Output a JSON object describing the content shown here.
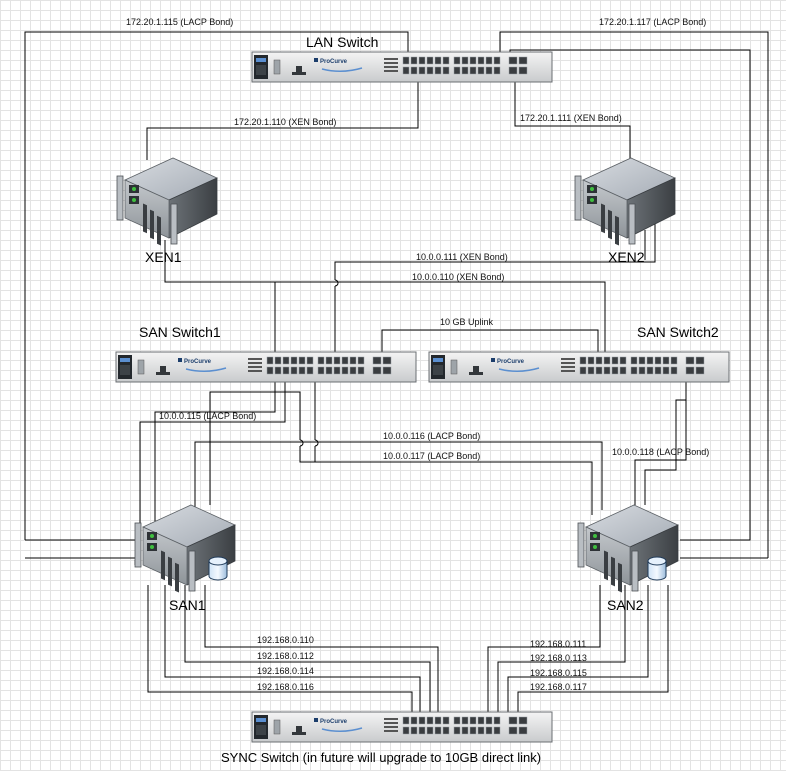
{
  "switches": {
    "lan": "LAN Switch",
    "san1": "SAN Switch1",
    "san2": "SAN Switch2",
    "sync": "SYNC Switch (in future will upgrade to 10GB direct link)",
    "brand": "ProCurve"
  },
  "servers": {
    "xen1": "XEN1",
    "xen2": "XEN2",
    "san1": "SAN1",
    "san2": "SAN2"
  },
  "links": {
    "san1_lan": "172.20.1.115 (LACP Bond)",
    "san2_lan": "172.20.1.117 (LACP Bond)",
    "xen1_lan": "172.20.1.110 (XEN Bond)",
    "xen2_lan": "172.20.1.111 (XEN Bond)",
    "xen2_san": "10.0.0.111 (XEN Bond)",
    "xen1_san": "10.0.0.110 (XEN Bond)",
    "uplink": "10 GB Uplink",
    "san1_san": "10.0.0.115 (LACP Bond)",
    "san_116": "10.0.0.116 (LACP Bond)",
    "san_117": "10.0.0.117 (LACP Bond)",
    "san2_san": "10.0.0.118 (LACP Bond)"
  },
  "sync_links": {
    "left": [
      "192.168.0.110",
      "192.168.0.112",
      "192.168.0.114",
      "192.168.0.116"
    ],
    "right": [
      "192.168.0.111",
      "192.168.0.113",
      "192.168.0.115",
      "192.168.0.117"
    ]
  }
}
